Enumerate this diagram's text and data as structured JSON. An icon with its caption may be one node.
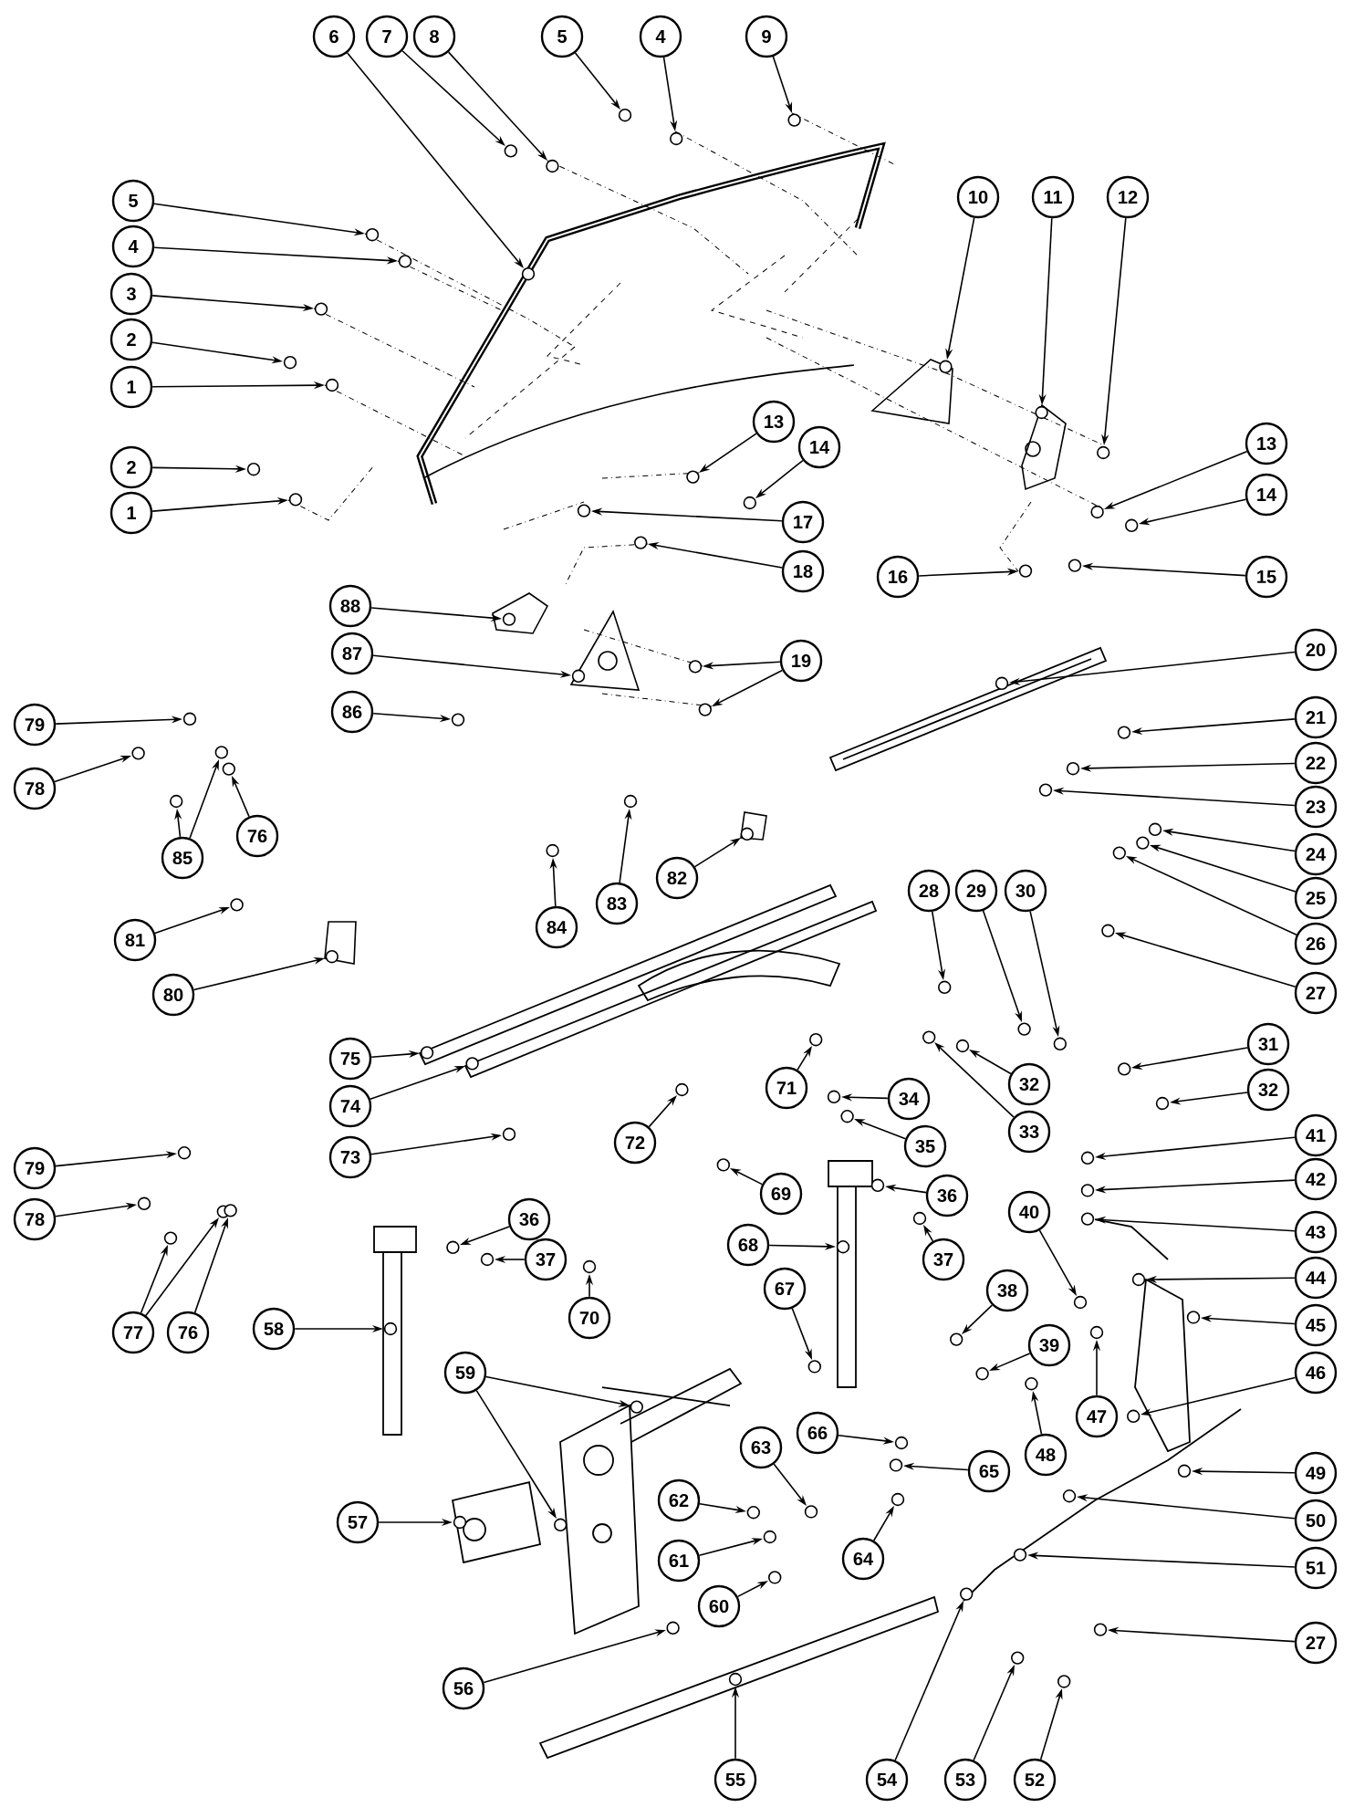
{
  "diagram": {
    "nodes": [
      {
        "text": [
          "6"
        ]
      },
      {
        "text": [
          "7"
        ]
      },
      {
        "text": [
          "8"
        ]
      },
      {
        "text": [
          "5"
        ]
      },
      {
        "text": [
          "4"
        ]
      },
      {
        "text": [
          "9"
        ]
      },
      {
        "text": [
          "5"
        ]
      },
      {
        "text": [
          "4"
        ]
      },
      {
        "text": [
          "3"
        ]
      },
      {
        "text": [
          "2"
        ]
      },
      {
        "text": [
          "1"
        ]
      },
      {
        "text": [
          "10"
        ]
      },
      {
        "text": [
          "11"
        ]
      },
      {
        "text": [
          "12"
        ]
      },
      {
        "text": [
          "13"
        ]
      },
      {
        "text": [
          "14"
        ]
      },
      {
        "text": [
          "13"
        ]
      },
      {
        "text": [
          "2"
        ]
      },
      {
        "text": [
          "14"
        ]
      },
      {
        "text": [
          "1"
        ]
      },
      {
        "text": [
          "17"
        ]
      },
      {
        "text": [
          "18"
        ]
      },
      {
        "text": [
          "16"
        ]
      },
      {
        "text": [
          "15"
        ]
      },
      {
        "text": [
          "88"
        ]
      },
      {
        "text": [
          "87"
        ]
      },
      {
        "text": [
          "20"
        ]
      },
      {
        "text": [
          "19"
        ]
      },
      {
        "text": [
          "86"
        ]
      },
      {
        "text": [
          "21"
        ]
      },
      {
        "text": [
          "79"
        ]
      },
      {
        "text": [
          "22"
        ]
      },
      {
        "text": [
          "78"
        ]
      },
      {
        "text": [
          "23"
        ]
      },
      {
        "text": [
          "76"
        ]
      },
      {
        "text": [
          "24"
        ]
      },
      {
        "text": [
          "85"
        ]
      },
      {
        "text": [
          "82"
        ]
      },
      {
        "text": [
          "28"
        ]
      },
      {
        "text": [
          "29"
        ]
      },
      {
        "text": [
          "30"
        ]
      },
      {
        "text": [
          "25"
        ]
      },
      {
        "text": [
          "83"
        ]
      },
      {
        "text": [
          "84"
        ]
      },
      {
        "text": [
          "81"
        ]
      },
      {
        "text": [
          "26"
        ]
      },
      {
        "text": [
          "27"
        ]
      },
      {
        "text": [
          "80"
        ]
      },
      {
        "text": [
          "31"
        ]
      },
      {
        "text": [
          "75"
        ]
      },
      {
        "text": [
          "32"
        ]
      },
      {
        "text": [
          "71"
        ]
      },
      {
        "text": [
          "32"
        ]
      },
      {
        "text": [
          "34"
        ]
      },
      {
        "text": [
          "74"
        ]
      },
      {
        "text": [
          "33"
        ]
      },
      {
        "text": [
          "41"
        ]
      },
      {
        "text": [
          "72"
        ]
      },
      {
        "text": [
          "35"
        ]
      },
      {
        "text": [
          "73"
        ]
      },
      {
        "text": [
          "79"
        ]
      },
      {
        "text": [
          "42"
        ]
      },
      {
        "text": [
          "69"
        ]
      },
      {
        "text": [
          "36"
        ]
      },
      {
        "text": [
          "36"
        ]
      },
      {
        "text": [
          "78"
        ]
      },
      {
        "text": [
          "40"
        ]
      },
      {
        "text": [
          "43"
        ]
      },
      {
        "text": [
          "68"
        ]
      },
      {
        "text": [
          "37"
        ]
      },
      {
        "text": [
          "37"
        ]
      },
      {
        "text": [
          "44"
        ]
      },
      {
        "text": [
          "67"
        ]
      },
      {
        "text": [
          "38"
        ]
      },
      {
        "text": [
          "70"
        ]
      },
      {
        "text": [
          "45"
        ]
      },
      {
        "text": [
          "58"
        ]
      },
      {
        "text": [
          "77"
        ]
      },
      {
        "text": [
          "76"
        ]
      },
      {
        "text": [
          "39"
        ]
      },
      {
        "text": [
          "59"
        ]
      },
      {
        "text": [
          "46"
        ]
      },
      {
        "text": [
          "47"
        ]
      },
      {
        "text": [
          "66"
        ]
      },
      {
        "text": [
          "63"
        ]
      },
      {
        "text": [
          "48"
        ]
      },
      {
        "text": [
          "65"
        ]
      },
      {
        "text": [
          "49"
        ]
      },
      {
        "text": [
          "62"
        ]
      },
      {
        "text": [
          "50"
        ]
      },
      {
        "text": [
          "57"
        ]
      },
      {
        "text": [
          "64"
        ]
      },
      {
        "text": [
          "61"
        ]
      },
      {
        "text": [
          "51"
        ]
      },
      {
        "text": [
          "60"
        ]
      },
      {
        "text": [
          "27"
        ]
      },
      {
        "text": [
          "56"
        ]
      },
      {
        "text": [
          "55"
        ]
      },
      {
        "text": [
          "54"
        ]
      },
      {
        "text": [
          "53"
        ]
      },
      {
        "text": [
          "52"
        ]
      }
    ],
    "edges": [
      {
        "from": 0,
        "to": null,
        "arrow": "to"
      },
      {
        "from": 1,
        "to": null,
        "arrow": "to"
      },
      {
        "from": 2,
        "to": null,
        "arrow": "to"
      },
      {
        "from": 3,
        "to": null,
        "arrow": "to"
      },
      {
        "from": 4,
        "to": null,
        "arrow": "to"
      },
      {
        "from": 5,
        "to": null,
        "arrow": "to"
      },
      {
        "from": 6,
        "to": null,
        "arrow": "to"
      },
      {
        "from": 7,
        "to": null,
        "arrow": "to"
      },
      {
        "from": 8,
        "to": null,
        "arrow": "to"
      },
      {
        "from": 9,
        "to": null,
        "arrow": "to"
      },
      {
        "from": 10,
        "to": null,
        "arrow": "to"
      },
      {
        "from": 11,
        "to": null,
        "arrow": "to"
      },
      {
        "from": 12,
        "to": null,
        "arrow": "to"
      },
      {
        "from": 13,
        "to": null,
        "arrow": "to"
      },
      {
        "from": 14,
        "to": null,
        "arrow": "to"
      },
      {
        "from": 15,
        "to": null,
        "arrow": "to"
      },
      {
        "from": 16,
        "to": null,
        "arrow": "to"
      },
      {
        "from": 17,
        "to": null,
        "arrow": "to"
      },
      {
        "from": 18,
        "to": null,
        "arrow": "to"
      },
      {
        "from": 19,
        "to": null,
        "arrow": "to"
      },
      {
        "from": 20,
        "to": null,
        "arrow": "to"
      },
      {
        "from": 21,
        "to": null,
        "arrow": "to"
      },
      {
        "from": 22,
        "to": null,
        "arrow": "to"
      },
      {
        "from": 23,
        "to": null,
        "arrow": "to"
      },
      {
        "from": 24,
        "to": null,
        "arrow": "to"
      },
      {
        "from": 25,
        "to": null,
        "arrow": "to"
      },
      {
        "from": 26,
        "to": null,
        "arrow": "to"
      },
      {
        "from": 27,
        "to": null,
        "arrow": "to"
      },
      {
        "from": 27,
        "to": null,
        "arrow": "to"
      },
      {
        "from": 28,
        "to": null,
        "arrow": "to"
      },
      {
        "from": 29,
        "to": null,
        "arrow": "to"
      },
      {
        "from": 30,
        "to": null,
        "arrow": "to"
      },
      {
        "from": 31,
        "to": null,
        "arrow": "to"
      },
      {
        "from": 32,
        "to": null,
        "arrow": "to"
      },
      {
        "from": 33,
        "to": null,
        "arrow": "to"
      },
      {
        "from": 34,
        "to": null,
        "arrow": "to"
      },
      {
        "from": 35,
        "to": null,
        "arrow": "to"
      },
      {
        "from": 36,
        "to": null,
        "arrow": "to"
      },
      {
        "from": 36,
        "to": null,
        "arrow": "to"
      },
      {
        "from": 37,
        "to": null,
        "arrow": "to"
      },
      {
        "from": 38,
        "to": null,
        "arrow": "to"
      },
      {
        "from": 39,
        "to": null,
        "arrow": "to"
      },
      {
        "from": 40,
        "to": null,
        "arrow": "to"
      },
      {
        "from": 41,
        "to": null,
        "arrow": "to"
      },
      {
        "from": 42,
        "to": null,
        "arrow": "to"
      },
      {
        "from": 43,
        "to": null,
        "arrow": "to"
      },
      {
        "from": 44,
        "to": null,
        "arrow": "to"
      },
      {
        "from": 45,
        "to": null,
        "arrow": "to"
      },
      {
        "from": 46,
        "to": null,
        "arrow": "to"
      },
      {
        "from": 47,
        "to": null,
        "arrow": "to"
      },
      {
        "from": 48,
        "to": null,
        "arrow": "to"
      },
      {
        "from": 49,
        "to": null,
        "arrow": "to"
      },
      {
        "from": 50,
        "to": null,
        "arrow": "to"
      },
      {
        "from": 51,
        "to": null,
        "arrow": "to"
      },
      {
        "from": 52,
        "to": null,
        "arrow": "to"
      },
      {
        "from": 53,
        "to": null,
        "arrow": "to"
      },
      {
        "from": 54,
        "to": null,
        "arrow": "to"
      },
      {
        "from": 55,
        "to": null,
        "arrow": "to"
      },
      {
        "from": 56,
        "to": null,
        "arrow": "to"
      },
      {
        "from": 57,
        "to": null,
        "arrow": "to"
      },
      {
        "from": 58,
        "to": null,
        "arrow": "to"
      },
      {
        "from": 59,
        "to": null,
        "arrow": "to"
      },
      {
        "from": 60,
        "to": null,
        "arrow": "to"
      },
      {
        "from": 61,
        "to": null,
        "arrow": "to"
      },
      {
        "from": 62,
        "to": null,
        "arrow": "to"
      },
      {
        "from": 63,
        "to": null,
        "arrow": "to"
      },
      {
        "from": 64,
        "to": null,
        "arrow": "to"
      },
      {
        "from": 65,
        "to": null,
        "arrow": "to"
      },
      {
        "from": 66,
        "to": null,
        "arrow": "to"
      },
      {
        "from": 67,
        "to": null,
        "arrow": "to"
      },
      {
        "from": 68,
        "to": null,
        "arrow": "to"
      },
      {
        "from": 69,
        "to": null,
        "arrow": "to"
      },
      {
        "from": 70,
        "to": null,
        "arrow": "to"
      },
      {
        "from": 71,
        "to": null,
        "arrow": "to"
      },
      {
        "from": 72,
        "to": null,
        "arrow": "to"
      },
      {
        "from": 73,
        "to": null,
        "arrow": "to"
      },
      {
        "from": 74,
        "to": null,
        "arrow": "to"
      },
      {
        "from": 75,
        "to": null,
        "arrow": "to"
      },
      {
        "from": 76,
        "to": null,
        "arrow": "to"
      },
      {
        "from": 77,
        "to": null,
        "arrow": "to"
      },
      {
        "from": 77,
        "to": null,
        "arrow": "to"
      },
      {
        "from": 78,
        "to": null,
        "arrow": "to"
      },
      {
        "from": 79,
        "to": null,
        "arrow": "to"
      },
      {
        "from": 80,
        "to": null,
        "arrow": "to"
      },
      {
        "from": 80,
        "to": null,
        "arrow": "to"
      },
      {
        "from": 81,
        "to": null,
        "arrow": "to"
      },
      {
        "from": 82,
        "to": null,
        "arrow": "to"
      },
      {
        "from": 83,
        "to": null,
        "arrow": "to"
      },
      {
        "from": 84,
        "to": null,
        "arrow": "to"
      },
      {
        "from": 85,
        "to": null,
        "arrow": "to"
      },
      {
        "from": 86,
        "to": null,
        "arrow": "to"
      },
      {
        "from": 87,
        "to": null,
        "arrow": "to"
      },
      {
        "from": 88,
        "to": null,
        "arrow": "to"
      },
      {
        "from": 89,
        "to": null,
        "arrow": "to"
      },
      {
        "from": 90,
        "to": null,
        "arrow": "to"
      },
      {
        "from": 91,
        "to": null,
        "arrow": "to"
      },
      {
        "from": 92,
        "to": null,
        "arrow": "to"
      },
      {
        "from": 93,
        "to": null,
        "arrow": "to"
      },
      {
        "from": 94,
        "to": null,
        "arrow": "to"
      },
      {
        "from": 95,
        "to": null,
        "arrow": "to"
      },
      {
        "from": 96,
        "to": null,
        "arrow": "to"
      },
      {
        "from": 97,
        "to": null,
        "arrow": "to"
      },
      {
        "from": 98,
        "to": null,
        "arrow": "to"
      },
      {
        "from": 99,
        "to": null,
        "arrow": "to"
      },
      {
        "from": 100,
        "to": null,
        "arrow": "to"
      }
    ]
  }
}
